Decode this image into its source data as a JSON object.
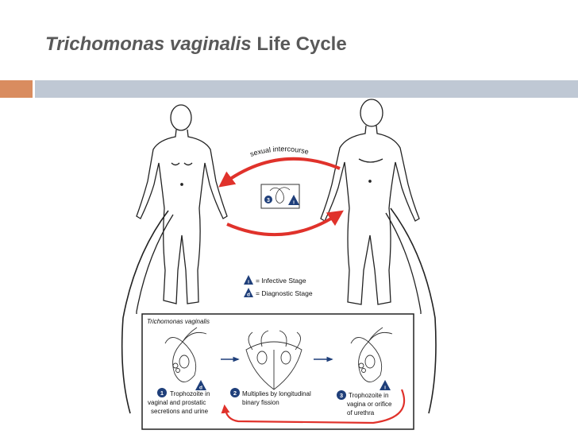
{
  "slide": {
    "title_italic": "Trichomonas vaginalis",
    "title_rest": "Life Cycle"
  },
  "colors": {
    "accent": "#d98c5f",
    "header_bar": "#bfc8d4",
    "arrow_red": "#e0322b",
    "stage_badge": "#1f3f7a",
    "title_text": "#595959"
  },
  "diagram": {
    "transmission_label": "sexual intercourse",
    "center_badge_number": "3",
    "center_badge_letter": "i",
    "legend": [
      {
        "badge": "i",
        "text": "= Infective Stage"
      },
      {
        "badge": "d",
        "text": "= Diagnostic Stage"
      }
    ],
    "inset_title": "Trichomonas vaginalis",
    "stages": [
      {
        "number": "1",
        "badge": "d",
        "line1": "Trophozoite in",
        "line2": "vaginal and prostatic",
        "line3": "secretions and urine"
      },
      {
        "number": "2",
        "badge": "",
        "line1": "Multiplies by longitudinal",
        "line2": "binary fission",
        "line3": ""
      },
      {
        "number": "3",
        "badge": "i",
        "line1": "Trophozoite in",
        "line2": "vagina or orifice",
        "line3": "of urethra"
      }
    ]
  }
}
